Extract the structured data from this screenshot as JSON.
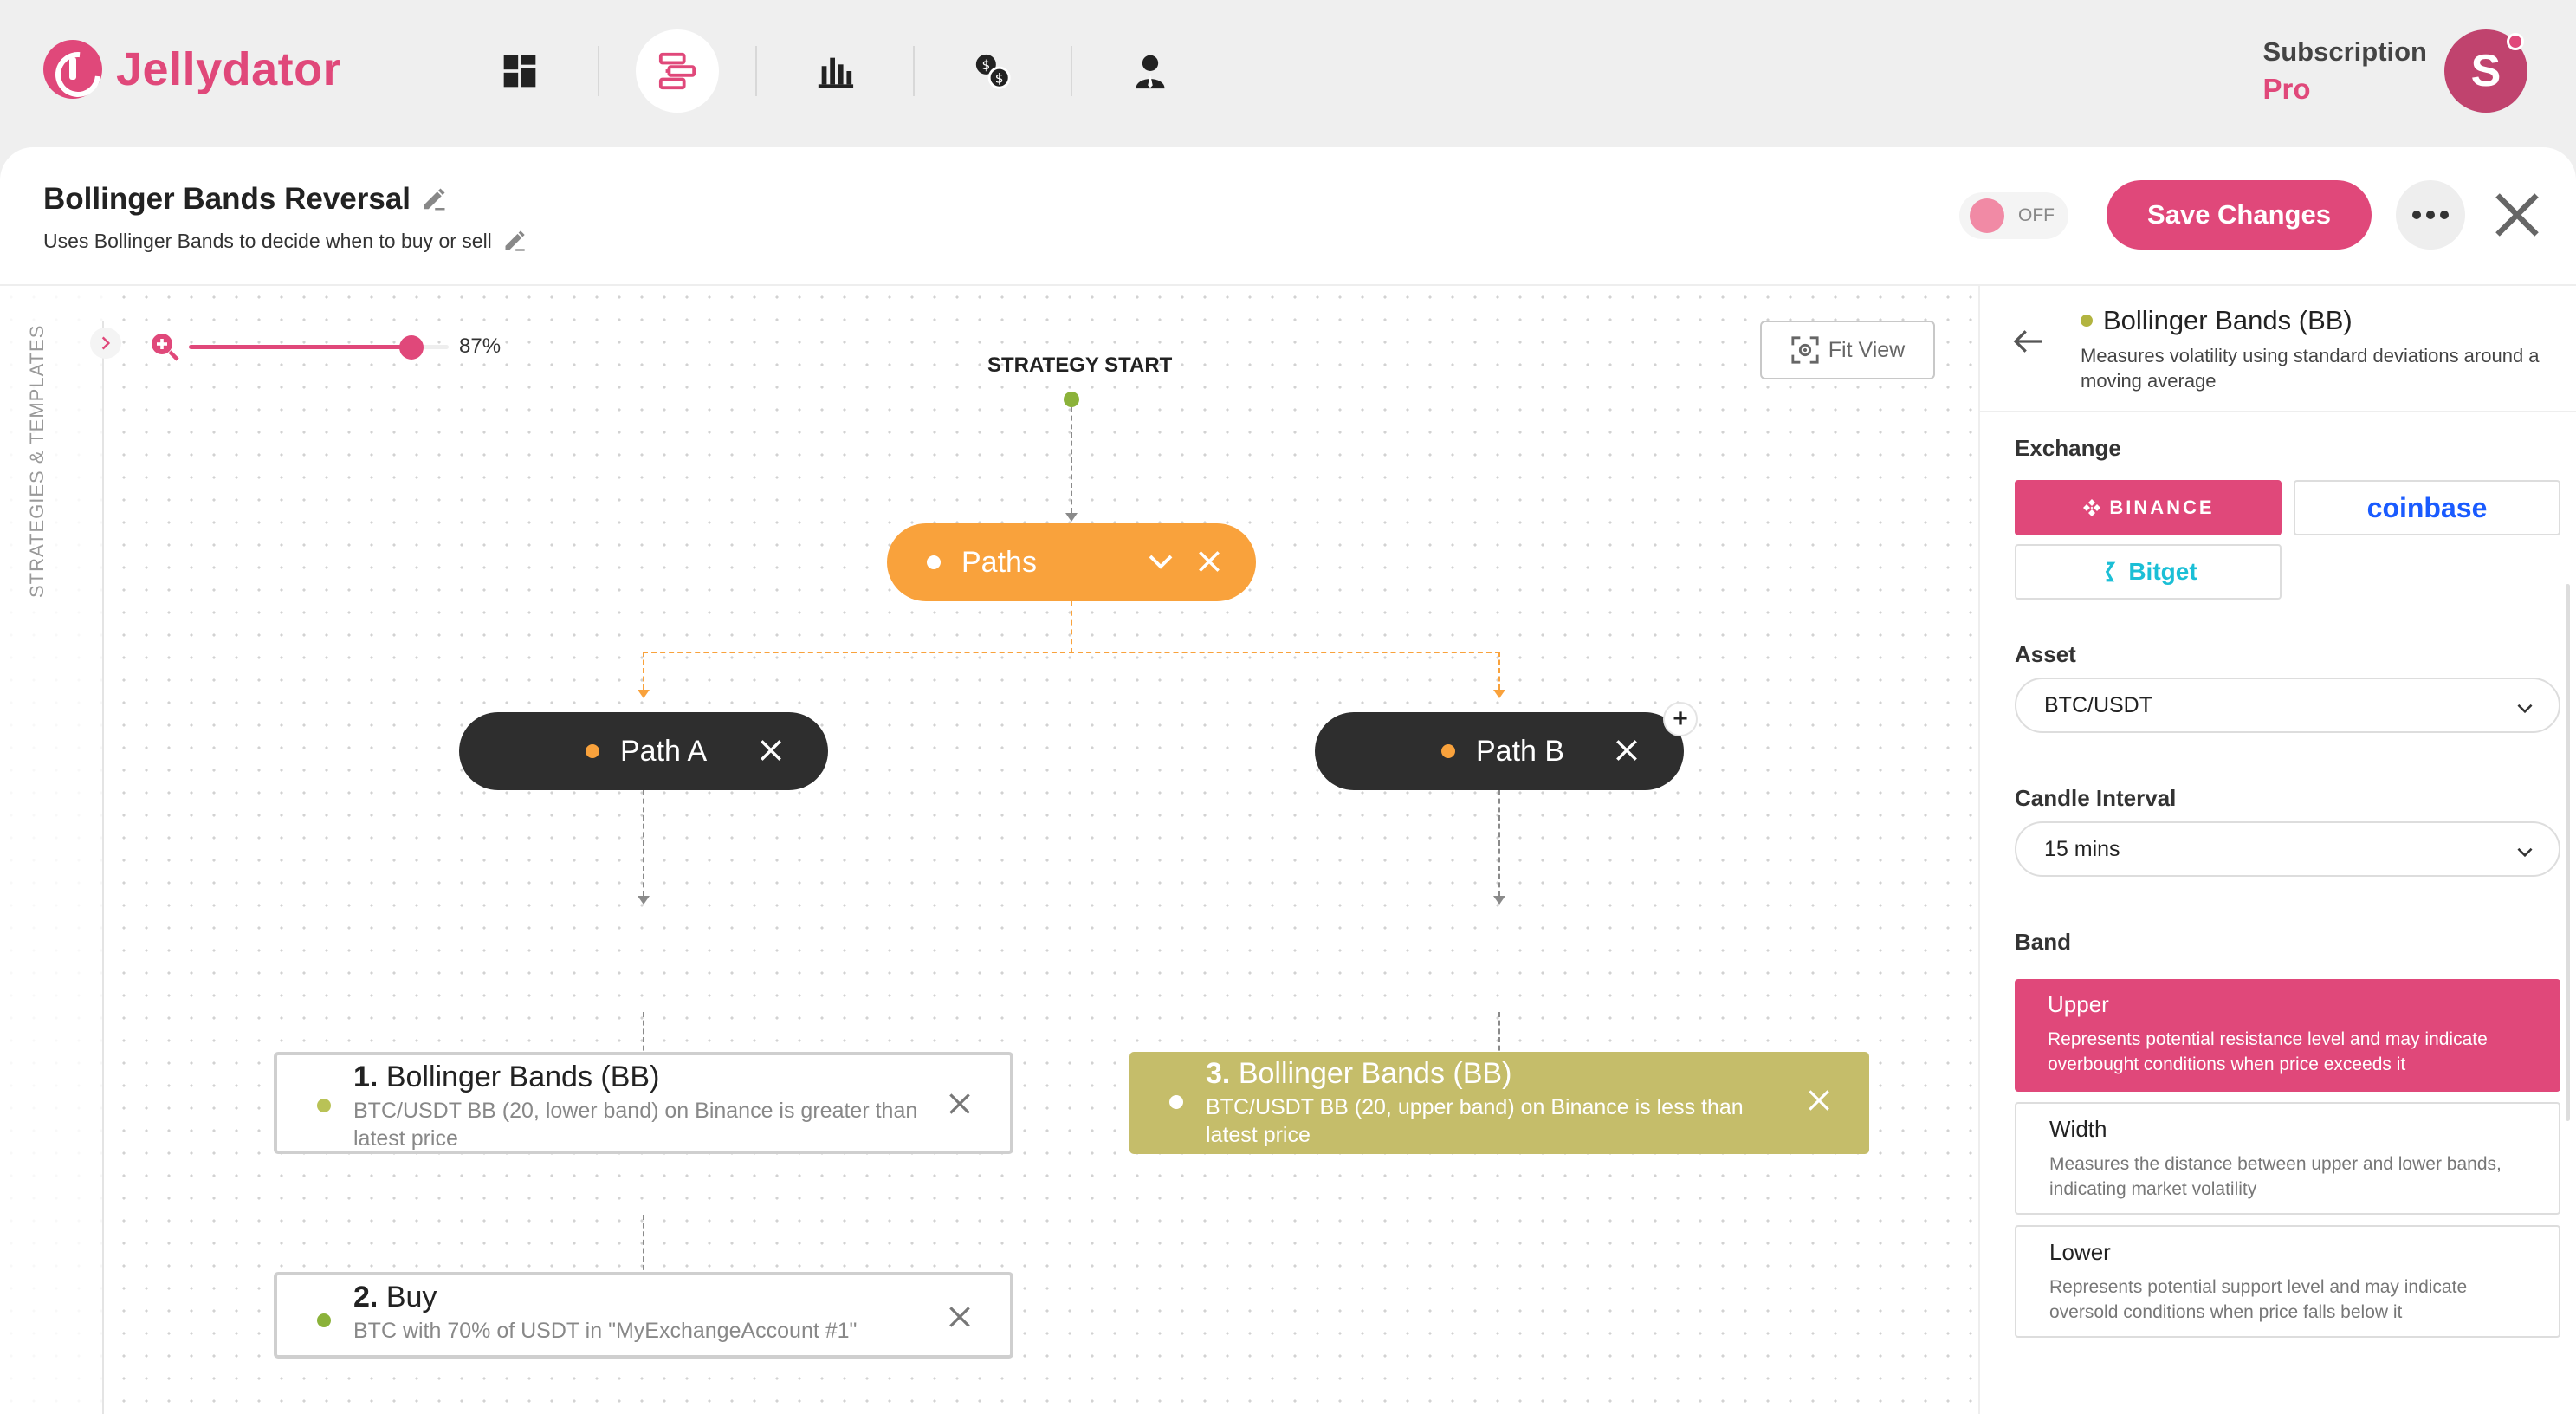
{
  "app": {
    "name": "Jellydator"
  },
  "nav": {
    "icons": [
      "dashboard-icon",
      "strategy-icon",
      "chart-bar-icon",
      "exchange-icon",
      "user-icon"
    ],
    "active_index": 1
  },
  "subscription": {
    "label": "Subscription",
    "plan": "Pro"
  },
  "user": {
    "initial": "S"
  },
  "strategy": {
    "name": "Bollinger Bands Reversal",
    "description": "Uses Bollinger Bands to decide when to buy or sell"
  },
  "toolbar": {
    "toggle_state": "OFF",
    "save_label": "Save Changes"
  },
  "canvas": {
    "rail_label": "STRATEGIES & TEMPLATES",
    "zoom": {
      "value": 87,
      "label": "87%"
    },
    "fit_view_label": "Fit View",
    "start_label": "STRATEGY START"
  },
  "nodes": {
    "paths": {
      "label": "Paths"
    },
    "path_a": {
      "label": "Path A"
    },
    "path_b": {
      "label": "Path B"
    },
    "card1": {
      "number": "1.",
      "title": "Bollinger Bands (BB)",
      "description": "BTC/USDT BB (20, lower band) on Binance is greater than latest price"
    },
    "card2": {
      "number": "2.",
      "title": "Buy",
      "description": "BTC with 70% of USDT in \"MyExchangeAccount #1\""
    },
    "card3": {
      "number": "3.",
      "title": "Bollinger Bands (BB)",
      "description": "BTC/USDT BB (20, upper band) on Binance is less than latest price"
    }
  },
  "panel": {
    "title": "Bollinger Bands (BB)",
    "description": "Measures volatility using standard deviations around a moving average",
    "exchange_label": "Exchange",
    "exchanges": [
      {
        "name": "BINANCE",
        "selected": true
      },
      {
        "name": "coinbase",
        "selected": false
      },
      {
        "name": "Bitget",
        "selected": false
      }
    ],
    "asset_label": "Asset",
    "asset_value": "BTC/USDT",
    "interval_label": "Candle Interval",
    "interval_value": "15 mins",
    "band_label": "Band",
    "bands": [
      {
        "name": "Upper",
        "description": "Represents potential resistance level and may indicate overbought conditions when price exceeds it",
        "selected": true
      },
      {
        "name": "Width",
        "description": "Measures the distance between upper and lower bands, indicating market volatility",
        "selected": false
      },
      {
        "name": "Lower",
        "description": "Represents potential support level and may indicate oversold conditions when price falls below it",
        "selected": false
      }
    ]
  },
  "colors": {
    "brand": "#e0487a",
    "paths_node": "#f9a23c",
    "path_node": "#2e2e2e",
    "active_card": "#c5bd6a",
    "status_dot": "#8bb23a"
  }
}
